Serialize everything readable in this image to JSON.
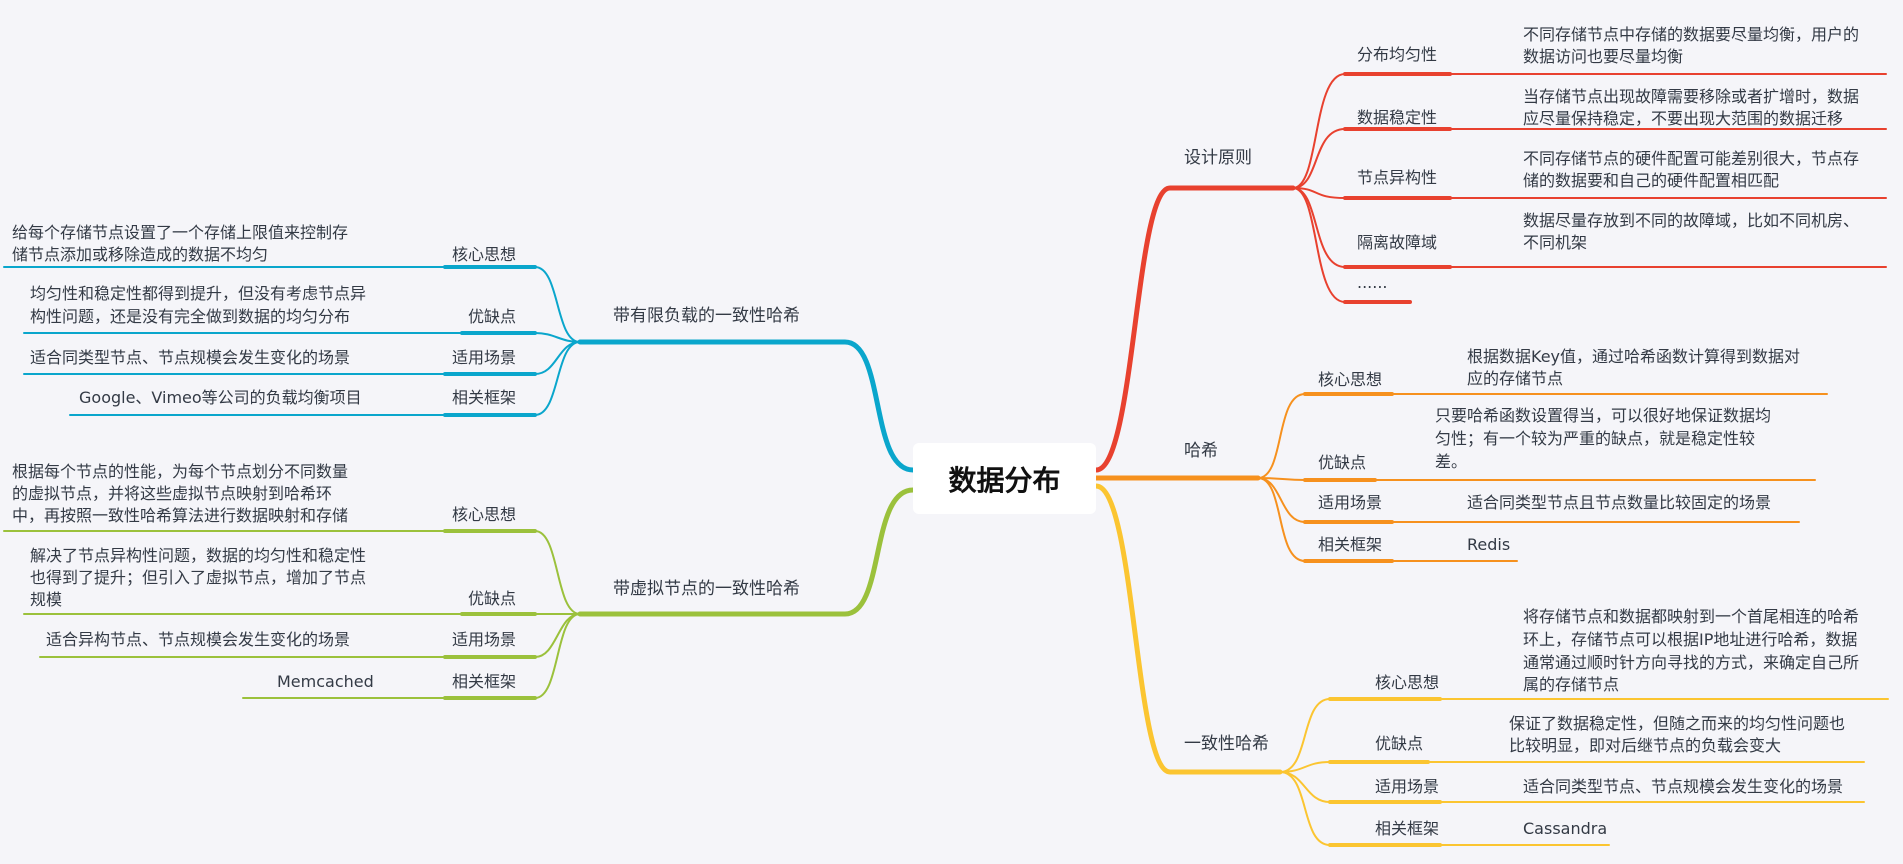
{
  "root": "数据分布",
  "colors": {
    "design": "#e8412f",
    "hash": "#f6911e",
    "consistent": "#fbc531",
    "bounded": "#0aa6cc",
    "virtual": "#9bc13c",
    "background": "#f5f5f9"
  },
  "design": {
    "label": "设计原则",
    "items": [
      {
        "label": "分布均匀性",
        "lines": [
          "不同存储节点中存储的数据要尽量均衡，用户的",
          "数据访问也要尽量均衡"
        ]
      },
      {
        "label": "数据稳定性",
        "lines": [
          "当存储节点出现故障需要移除或者扩增时，数据",
          "应尽量保持稳定，不要出现大范围的数据迁移"
        ]
      },
      {
        "label": "节点异构性",
        "lines": [
          "不同存储节点的硬件配置可能差别很大，节点存",
          "储的数据要和自己的硬件配置相匹配"
        ]
      },
      {
        "label": "隔离故障域",
        "lines": [
          "数据尽量存放到不同的故障域，比如不同机房、",
          "不同机架"
        ]
      },
      {
        "label": "......"
      }
    ]
  },
  "hash": {
    "label": "哈希",
    "items": [
      {
        "label": "核心思想",
        "lines": [
          "根据数据Key值，通过哈希函数计算得到数据对",
          "应的存储节点"
        ]
      },
      {
        "label": "优缺点",
        "lines": [
          "只要哈希函数设置得当，可以很好地保证数据均",
          "匀性；有一个较为严重的缺点，就是稳定性较",
          "差。"
        ]
      },
      {
        "label": "适用场景",
        "lines": [
          "适合同类型节点且节点数量比较固定的场景"
        ]
      },
      {
        "label": "相关框架",
        "lines": [
          "Redis"
        ]
      }
    ]
  },
  "consistent": {
    "label": "一致性哈希",
    "items": [
      {
        "label": "核心思想",
        "lines": [
          "将存储节点和数据都映射到一个首尾相连的哈希",
          "环上，存储节点可以根据IP地址进行哈希，数据",
          "通常通过顺时针方向寻找的方式，来确定自己所",
          "属的存储节点"
        ]
      },
      {
        "label": "优缺点",
        "lines": [
          "保证了数据稳定性，但随之而来的均匀性问题也",
          "比较明显，即对后继节点的负载会变大"
        ]
      },
      {
        "label": "适用场景",
        "lines": [
          "适合同类型节点、节点规模会发生变化的场景"
        ]
      },
      {
        "label": "相关框架",
        "lines": [
          "Cassandra"
        ]
      }
    ]
  },
  "bounded": {
    "label": "带有限负载的一致性哈希",
    "items": [
      {
        "label": "核心思想",
        "lines": [
          "给每个存储节点设置了一个存储上限值来控制存",
          "储节点添加或移除造成的数据不均匀"
        ]
      },
      {
        "label": "优缺点",
        "lines": [
          "均匀性和稳定性都得到提升，但没有考虑节点异",
          "构性问题，还是没有完全做到数据的均匀分布"
        ]
      },
      {
        "label": "适用场景",
        "lines": [
          "适合同类型节点、节点规模会发生变化的场景"
        ]
      },
      {
        "label": "相关框架",
        "lines": [
          "Google、Vimeo等公司的负载均衡项目"
        ]
      }
    ]
  },
  "virtual": {
    "label": "带虚拟节点的一致性哈希",
    "items": [
      {
        "label": "核心思想",
        "lines": [
          "根据每个节点的性能，为每个节点划分不同数量",
          "的虚拟节点，并将这些虚拟节点映射到哈希环",
          "中，再按照一致性哈希算法进行数据映射和存储"
        ]
      },
      {
        "label": "优缺点",
        "lines": [
          "解决了节点异构性问题，数据的均匀性和稳定性",
          "也得到了提升；但引入了虚拟节点，增加了节点",
          "规模"
        ]
      },
      {
        "label": "适用场景",
        "lines": [
          "适合异构节点、节点规模会发生变化的场景"
        ]
      },
      {
        "label": "相关框架",
        "lines": [
          "Memcached"
        ]
      }
    ]
  }
}
